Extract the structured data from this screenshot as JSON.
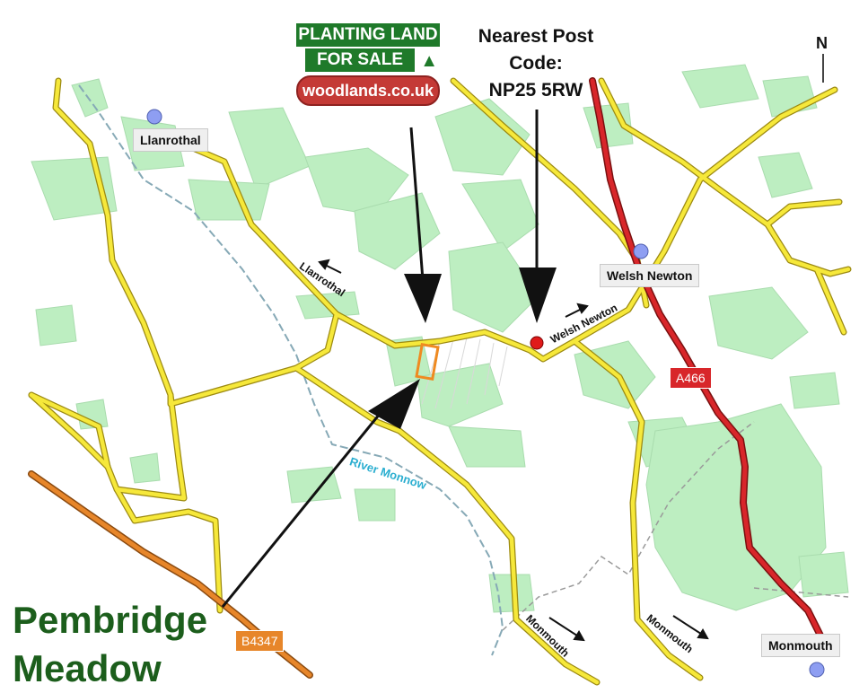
{
  "promo": {
    "line1": "PLANTING LAND",
    "line2": "FOR SALE",
    "line3": "woodlands.co.uk",
    "tree_icon": "tree-icon"
  },
  "postcode": {
    "line1": "Nearest Post",
    "line2": "Code:",
    "line3": "NP25 5RW"
  },
  "north": "N",
  "title": {
    "line1": "Pembridge",
    "line2": "Meadow"
  },
  "towns": {
    "llanrothal": "Llanrothal",
    "welsh_newton": "Welsh Newton",
    "monmouth": "Monmouth"
  },
  "road_labels": {
    "llanrothal": "Llanrothal",
    "welsh_newton": "Welsh Newton",
    "monmouth1": "Monmouth",
    "monmouth2": "Monmouth"
  },
  "shields": {
    "a466": "A466",
    "b4347": "B4347"
  },
  "river": "River Monnow",
  "colors": {
    "woodland": "#bdeec1",
    "road": "#f6e83a",
    "road_edge": "#9c8a12",
    "a_road": "#d8262a",
    "b_road": "#e7862a",
    "river": "#7aaec4",
    "town_dot": "#8e9ef2"
  }
}
